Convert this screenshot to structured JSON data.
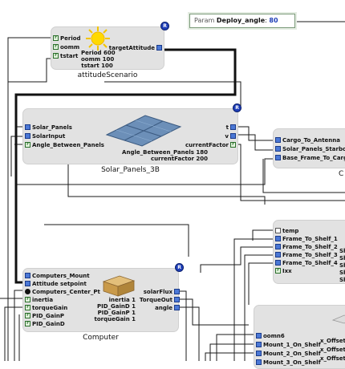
{
  "param_box": {
    "prefix": "Param",
    "name": "Deploy_angle",
    "separator": ":",
    "value": "80"
  },
  "blocks": {
    "attitude": {
      "title": "attitudeScenario",
      "inputs": [
        "Period",
        "oomm",
        "tstart"
      ],
      "params": [
        "Period 600",
        "oomm 100",
        "tstart 100"
      ],
      "output": "targetAttitude",
      "badge": "R"
    },
    "solar": {
      "title": "Solar_Panels_3B",
      "inputs": [
        "Solar_Panels",
        "SolarInput",
        "Angle_Between_Panels"
      ],
      "params": [
        "Angle_Between_Panels 180",
        "currentFactor 200"
      ],
      "outputs": [
        "t",
        "v",
        "currentFactor"
      ],
      "badge": "R"
    },
    "computer": {
      "title": "Computer",
      "inputs": [
        "Computers_Mount",
        "Attitude setpoint",
        "Computers_Center_Pt",
        "inertia",
        "torqueGain",
        "PID_GainP",
        "PID_GainD"
      ],
      "params": [
        "inertia 1",
        "PID_GainD 1",
        "PID_GainP 1",
        "torqueGain 1"
      ],
      "outputs": [
        "solarFlux",
        "TorqueOut",
        "angle"
      ],
      "badge": "R"
    },
    "cargo": {
      "inputs": [
        "Cargo_To_Antenna",
        "Solar_Panels_Starboa",
        "Base_Frame_To_Carg"
      ],
      "title_fragment": "C"
    },
    "shelf": {
      "inputs": [
        "temp",
        "Frame_To_Shelf_1",
        "Frame_To_Shelf_2",
        "Frame_To_Shelf_3",
        "Frame_To_Shelf_4",
        "Ixx"
      ],
      "right_fragments": [
        "Sh",
        "Sh",
        "Sh",
        "Sh",
        "Sh"
      ]
    },
    "mount": {
      "inputs": [
        "oomn6",
        "Mount_1_On_Shelf",
        "Mount_2_On_Shelf",
        "Mount_3_On_Shelf"
      ],
      "right_fragments": [
        "x_Offset_",
        "x_Offset_",
        "x_Offset_"
      ]
    }
  },
  "colors": {
    "block_bg": "#e2e2e2",
    "wire": "#1a1a1a",
    "badge": "#1f3fb8",
    "port_blue": "#4b78d6",
    "param_border": "#7a9a78",
    "param_value": "#1f3fb8"
  },
  "icons": {
    "sun": "sun-icon",
    "panels": "solar-panel-image",
    "box": "computer-box-image",
    "badge": "r-badge-icon"
  }
}
